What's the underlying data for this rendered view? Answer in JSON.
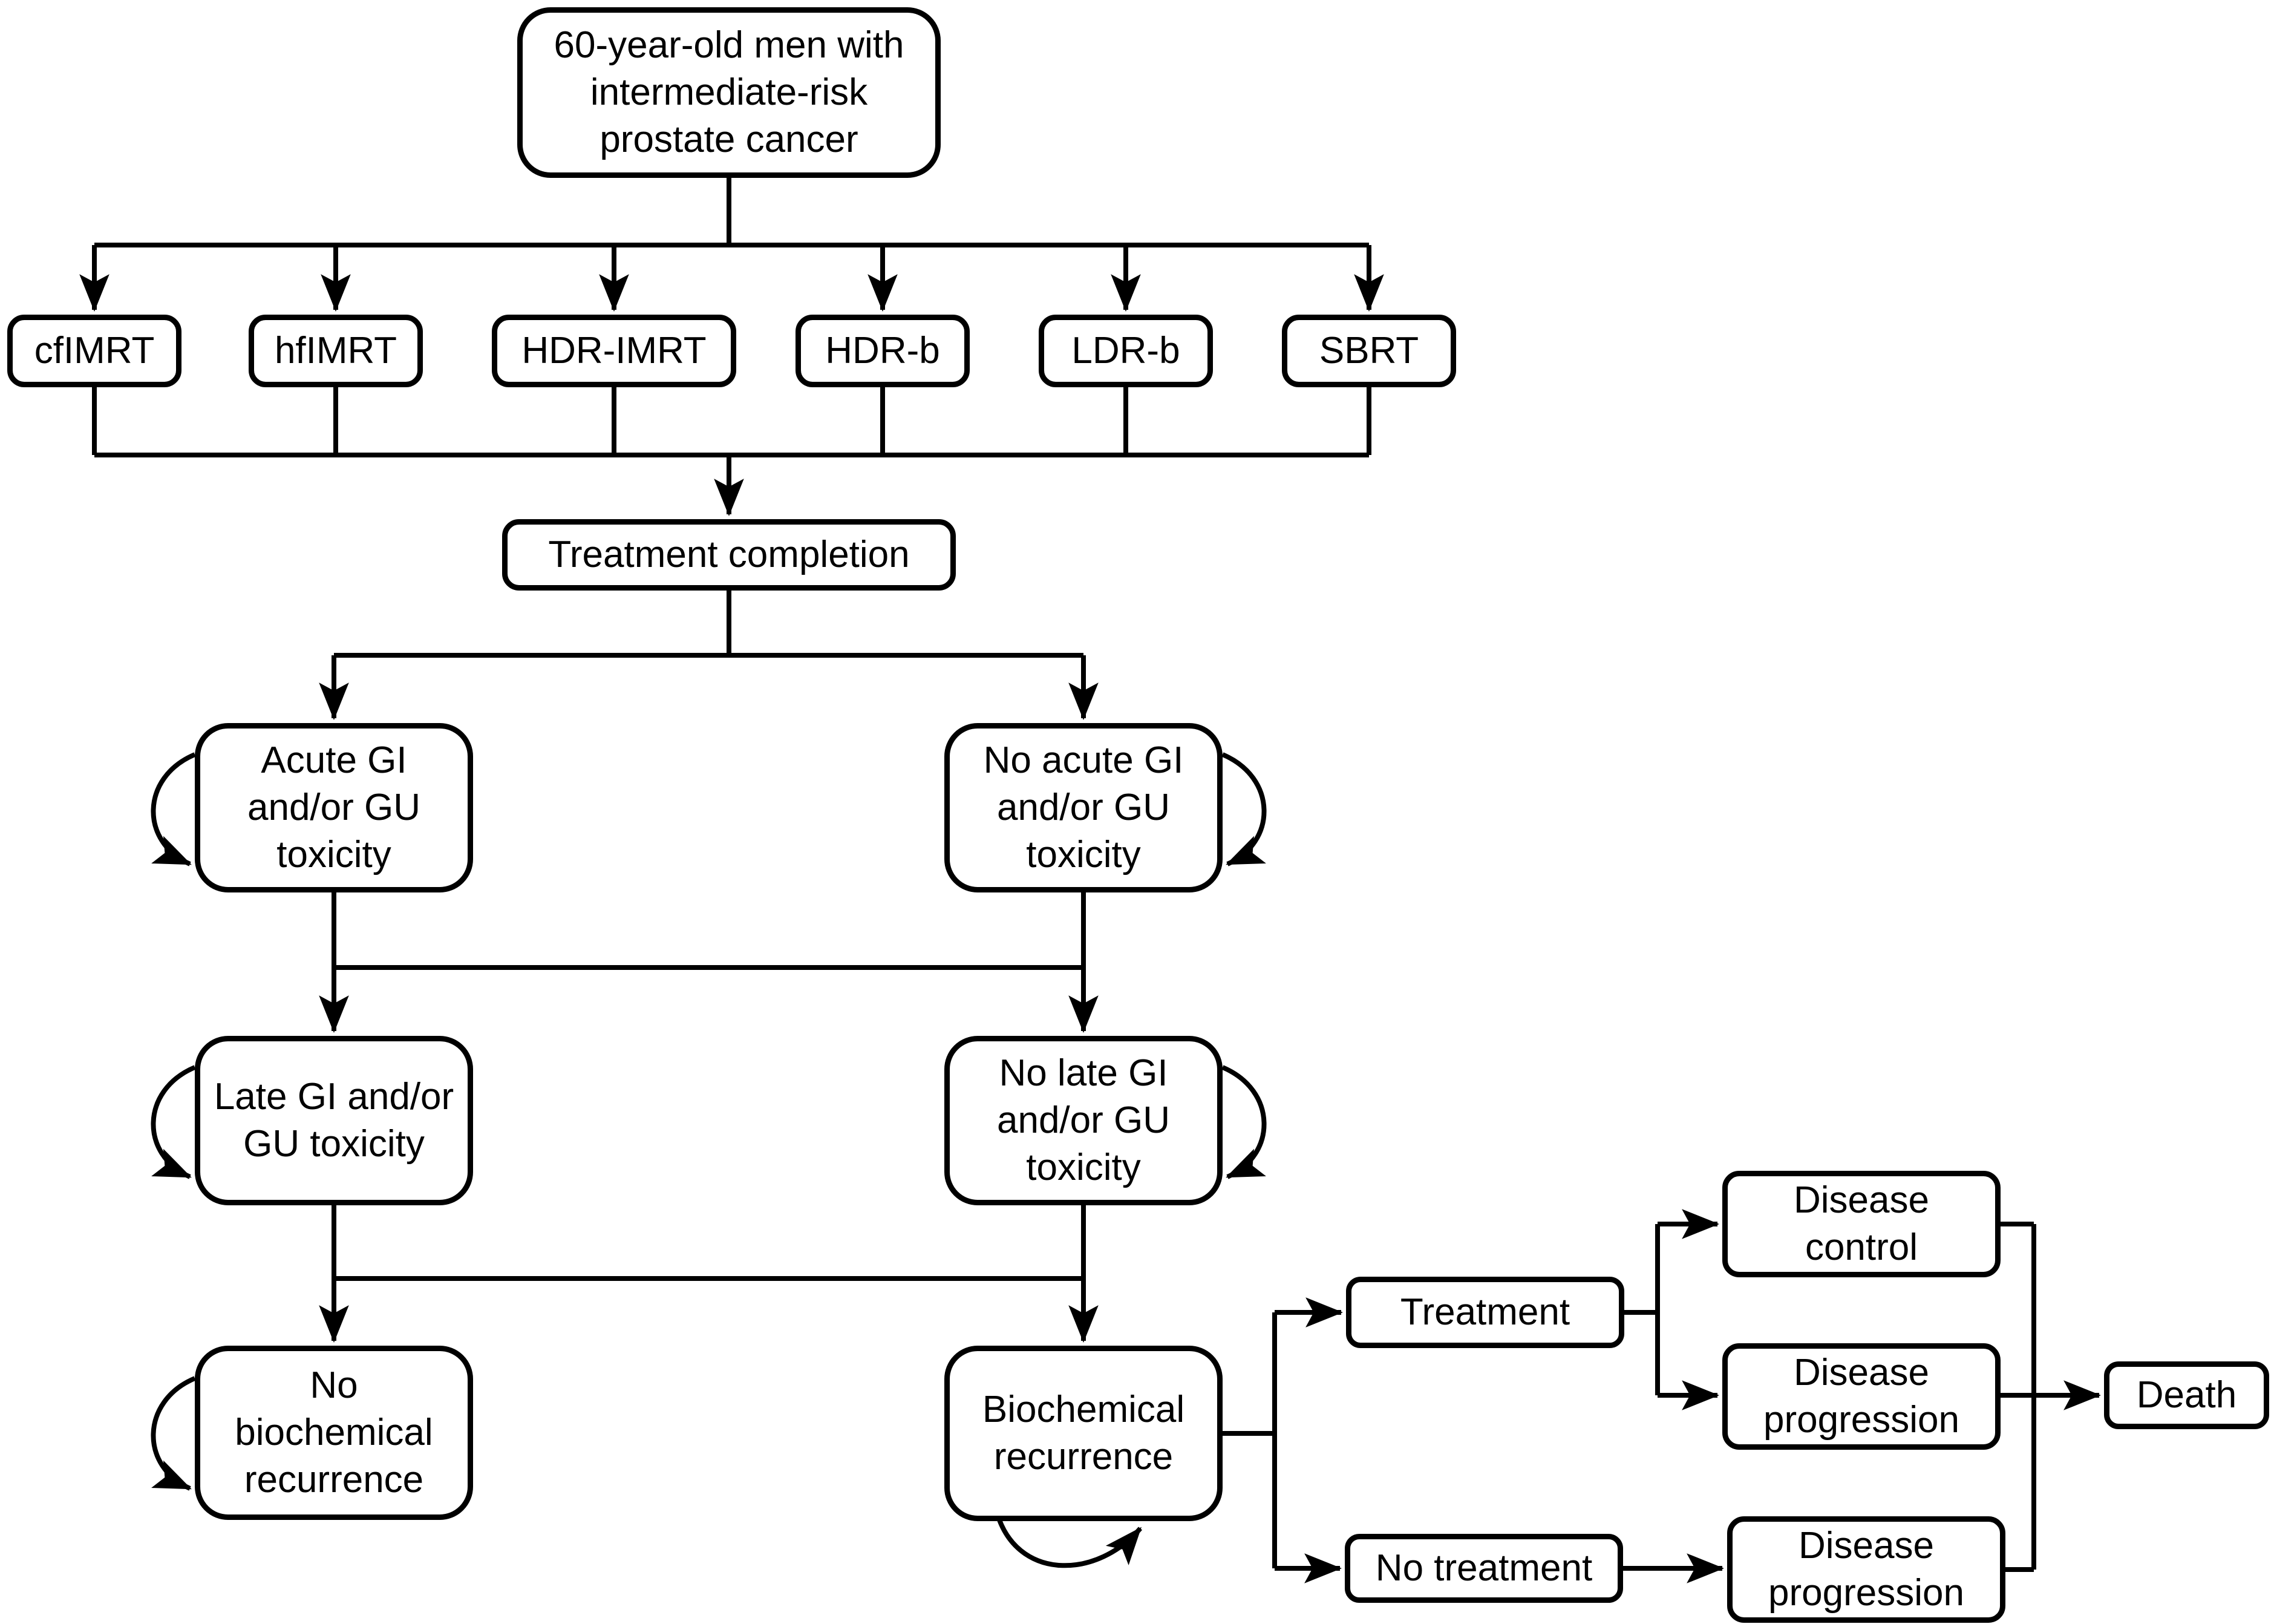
{
  "figure": {
    "type": "flowchart",
    "background_color": "#ffffff",
    "line_color": "#000000",
    "node_fill": "#ffffff",
    "node_border_color": "#000000"
  },
  "nodes": {
    "start": {
      "label": "60-year-old men with intermediate-risk prostate cancer"
    },
    "cfimrt": {
      "label": "cfIMRT"
    },
    "hfimrt": {
      "label": "hfIMRT"
    },
    "hdr_imrt": {
      "label": "HDR-IMRT"
    },
    "hdr_b": {
      "label": "HDR-b"
    },
    "ldr_b": {
      "label": "LDR-b"
    },
    "sbrt": {
      "label": "SBRT"
    },
    "treatment_completion": {
      "label": "Treatment completion"
    },
    "acute_toxicity": {
      "label": "Acute GI and/or GU toxicity",
      "self_loop": "left"
    },
    "no_acute_toxicity": {
      "label": "No acute GI and/or GU toxicity",
      "self_loop": "right"
    },
    "late_toxicity": {
      "label": "Late GI and/or GU toxicity",
      "self_loop": "left"
    },
    "no_late_toxicity": {
      "label": "No late GI and/or GU toxicity",
      "self_loop": "right"
    },
    "no_biochemical_recurrence": {
      "label": "No biochemical recurrence",
      "self_loop": "left"
    },
    "biochemical_recurrence": {
      "label": "Biochemical recurrence",
      "self_loop": "bottom"
    },
    "treatment": {
      "label": "Treatment"
    },
    "no_treatment": {
      "label": "No treatment"
    },
    "disease_control": {
      "label": "Disease control"
    },
    "disease_progression_after_treatment": {
      "label": "Disease progression"
    },
    "disease_progression_no_treatment": {
      "label": "Disease progression"
    },
    "death": {
      "label": "Death"
    }
  },
  "edges": [
    {
      "from": "start",
      "to": "cfimrt"
    },
    {
      "from": "start",
      "to": "hfimrt"
    },
    {
      "from": "start",
      "to": "hdr_imrt"
    },
    {
      "from": "start",
      "to": "hdr_b"
    },
    {
      "from": "start",
      "to": "ldr_b"
    },
    {
      "from": "start",
      "to": "sbrt"
    },
    {
      "from": "cfimrt",
      "to": "treatment_completion"
    },
    {
      "from": "hfimrt",
      "to": "treatment_completion"
    },
    {
      "from": "hdr_imrt",
      "to": "treatment_completion"
    },
    {
      "from": "hdr_b",
      "to": "treatment_completion"
    },
    {
      "from": "ldr_b",
      "to": "treatment_completion"
    },
    {
      "from": "sbrt",
      "to": "treatment_completion"
    },
    {
      "from": "treatment_completion",
      "to": "acute_toxicity"
    },
    {
      "from": "treatment_completion",
      "to": "no_acute_toxicity"
    },
    {
      "from": "acute_toxicity",
      "to": "late_toxicity"
    },
    {
      "from": "acute_toxicity",
      "to": "no_late_toxicity"
    },
    {
      "from": "no_acute_toxicity",
      "to": "late_toxicity"
    },
    {
      "from": "no_acute_toxicity",
      "to": "no_late_toxicity"
    },
    {
      "from": "late_toxicity",
      "to": "no_biochemical_recurrence"
    },
    {
      "from": "late_toxicity",
      "to": "biochemical_recurrence"
    },
    {
      "from": "no_late_toxicity",
      "to": "no_biochemical_recurrence"
    },
    {
      "from": "no_late_toxicity",
      "to": "biochemical_recurrence"
    },
    {
      "from": "acute_toxicity",
      "to": "acute_toxicity",
      "type": "self-loop"
    },
    {
      "from": "no_acute_toxicity",
      "to": "no_acute_toxicity",
      "type": "self-loop"
    },
    {
      "from": "late_toxicity",
      "to": "late_toxicity",
      "type": "self-loop"
    },
    {
      "from": "no_late_toxicity",
      "to": "no_late_toxicity",
      "type": "self-loop"
    },
    {
      "from": "no_biochemical_recurrence",
      "to": "no_biochemical_recurrence",
      "type": "self-loop"
    },
    {
      "from": "biochemical_recurrence",
      "to": "biochemical_recurrence",
      "type": "self-loop"
    },
    {
      "from": "biochemical_recurrence",
      "to": "treatment"
    },
    {
      "from": "biochemical_recurrence",
      "to": "no_treatment"
    },
    {
      "from": "treatment",
      "to": "disease_control"
    },
    {
      "from": "treatment",
      "to": "disease_progression_after_treatment"
    },
    {
      "from": "disease_control",
      "to": "death"
    },
    {
      "from": "disease_progression_after_treatment",
      "to": "death"
    },
    {
      "from": "no_treatment",
      "to": "disease_progression_no_treatment"
    },
    {
      "from": "disease_progression_no_treatment",
      "to": "death"
    }
  ]
}
